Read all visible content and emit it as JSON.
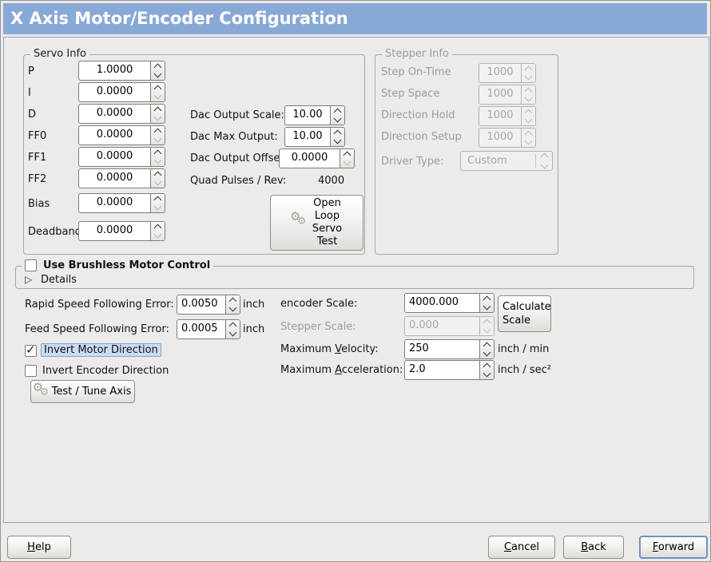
{
  "window": {
    "title": "X Axis Motor/Encoder Configuration"
  },
  "icons": {
    "gear": "⚙",
    "expander_arrow": "▷",
    "check": "✓"
  },
  "servo_info": {
    "title": "Servo Info",
    "fields": [
      {
        "label": "P",
        "value": "1.0000",
        "at_min": false
      },
      {
        "label": "I",
        "value": "0.0000",
        "at_min": true
      },
      {
        "label": "D",
        "value": "0.0000",
        "at_min": true
      },
      {
        "label": "FF0",
        "value": "0.0000",
        "at_min": true
      },
      {
        "label": "FF1",
        "value": "0.0000",
        "at_min": true
      },
      {
        "label": "FF2",
        "value": "0.0000",
        "at_min": true
      },
      {
        "label": "Bias",
        "value": "0.0000",
        "at_min": true
      },
      {
        "label": "Deadband",
        "value": "0.0000",
        "at_min": true
      }
    ],
    "dac": [
      {
        "label": "Dac Output Scale:",
        "value": "10.00",
        "at_min": false
      },
      {
        "label": "Dac Max Output:",
        "value": "10.00",
        "at_min": false
      },
      {
        "label": "Dac Output Offset:",
        "value": "0.0000",
        "at_min": true
      }
    ],
    "quad_pulses_label": "Quad Pulses / Rev:",
    "quad_pulses_value": "4000",
    "open_loop_button": "Open\nLoop\nServo\nTest"
  },
  "stepper_info": {
    "title": "Stepper Info",
    "fields": [
      {
        "label": "Step On-Time",
        "value": "1000"
      },
      {
        "label": "Step Space",
        "value": "1000"
      },
      {
        "label": "Direction Hold",
        "value": "1000"
      },
      {
        "label": "Direction Setup",
        "value": "1000"
      }
    ],
    "driver_type_label": "Driver Type:",
    "driver_type_value": "Custom"
  },
  "brushless": {
    "checkbox_label": "Use Brushless Motor Control",
    "checked": false,
    "details_label": "Details"
  },
  "following": [
    {
      "label": "Rapid Speed Following Error:",
      "value": "0.0050",
      "unit": "inch",
      "at_min": false
    },
    {
      "label": "Feed Speed Following Error:",
      "value": "0.0005",
      "unit": "inch",
      "at_min": false
    }
  ],
  "scale": {
    "encoder_label": "encoder Scale:",
    "encoder_value": "4000.000",
    "calculate_button": "Calculate\nScale",
    "stepper_label": "Stepper Scale:",
    "stepper_value": "0.000",
    "velocity": {
      "pre": "Maximum ",
      "mn": "V",
      "rest": "elocity:",
      "value": "250",
      "unit": "inch / min"
    },
    "acceleration": {
      "pre": "Maximum ",
      "mn": "A",
      "rest": "cceleration:",
      "value": "2.0",
      "unit": "inch / sec²"
    }
  },
  "direction": {
    "invert_motor_label": "Invert Motor Direction",
    "invert_motor_checked": true,
    "invert_encoder_label": "Invert Encoder Direction",
    "invert_encoder_checked": false,
    "test_tune_button": "Test / Tune Axis"
  },
  "footer": {
    "help": {
      "pre": "",
      "mn": "H",
      "rest": "elp"
    },
    "cancel": {
      "pre": "",
      "mn": "C",
      "rest": "ancel"
    },
    "back": {
      "pre": "",
      "mn": "B",
      "rest": "ack"
    },
    "forward": {
      "pre": "",
      "mn": "F",
      "rest": "orward"
    }
  },
  "colors": {
    "titlebar": "#88a9d6",
    "content_border": "#8fa5c8",
    "focus_highlight": "#cbdcf3"
  }
}
